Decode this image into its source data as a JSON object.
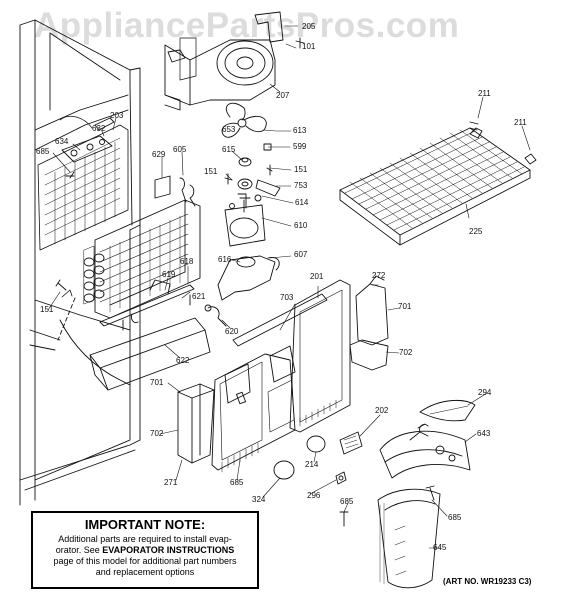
{
  "watermark": "AppliancePartsPros.com",
  "note": {
    "title": "IMPORTANT NOTE:",
    "line1": "Additional parts are required to install evap-",
    "line2a": "orator.  See ",
    "line2b": "EVAPORATOR INSTRUCTIONS",
    "line3": "page of this model for additional part numbers",
    "line4": "and replacement options"
  },
  "art_number": "(ART NO. WR19233 C3)",
  "part_labels": [
    {
      "id": "205",
      "text": "205"
    },
    {
      "id": "101",
      "text": "101"
    },
    {
      "id": "207",
      "text": "207"
    },
    {
      "id": "211a",
      "text": "211"
    },
    {
      "id": "211b",
      "text": "211"
    },
    {
      "id": "203",
      "text": "203"
    },
    {
      "id": "632",
      "text": "632"
    },
    {
      "id": "634",
      "text": "634"
    },
    {
      "id": "685a",
      "text": "685"
    },
    {
      "id": "653",
      "text": "653"
    },
    {
      "id": "613",
      "text": "613"
    },
    {
      "id": "599",
      "text": "599"
    },
    {
      "id": "615",
      "text": "615"
    },
    {
      "id": "629",
      "text": "629"
    },
    {
      "id": "605",
      "text": "605"
    },
    {
      "id": "151a",
      "text": "151"
    },
    {
      "id": "151b",
      "text": "151"
    },
    {
      "id": "753",
      "text": "753"
    },
    {
      "id": "614",
      "text": "614"
    },
    {
      "id": "610",
      "text": "610"
    },
    {
      "id": "225",
      "text": "225"
    },
    {
      "id": "616",
      "text": "616"
    },
    {
      "id": "607",
      "text": "607"
    },
    {
      "id": "618",
      "text": "618"
    },
    {
      "id": "619",
      "text": "619"
    },
    {
      "id": "621",
      "text": "621"
    },
    {
      "id": "151c",
      "text": "151"
    },
    {
      "id": "201",
      "text": "201"
    },
    {
      "id": "272",
      "text": "272"
    },
    {
      "id": "701a",
      "text": "701"
    },
    {
      "id": "703",
      "text": "703"
    },
    {
      "id": "620",
      "text": "620"
    },
    {
      "id": "622",
      "text": "622"
    },
    {
      "id": "702a",
      "text": "702"
    },
    {
      "id": "701b",
      "text": "701"
    },
    {
      "id": "294",
      "text": "294"
    },
    {
      "id": "202",
      "text": "202"
    },
    {
      "id": "643",
      "text": "643"
    },
    {
      "id": "702b",
      "text": "702"
    },
    {
      "id": "271",
      "text": "271"
    },
    {
      "id": "214",
      "text": "214"
    },
    {
      "id": "685b",
      "text": "685"
    },
    {
      "id": "324",
      "text": "324"
    },
    {
      "id": "296",
      "text": "296"
    },
    {
      "id": "685c",
      "text": "685"
    },
    {
      "id": "685d",
      "text": "685"
    },
    {
      "id": "645",
      "text": "645"
    }
  ]
}
